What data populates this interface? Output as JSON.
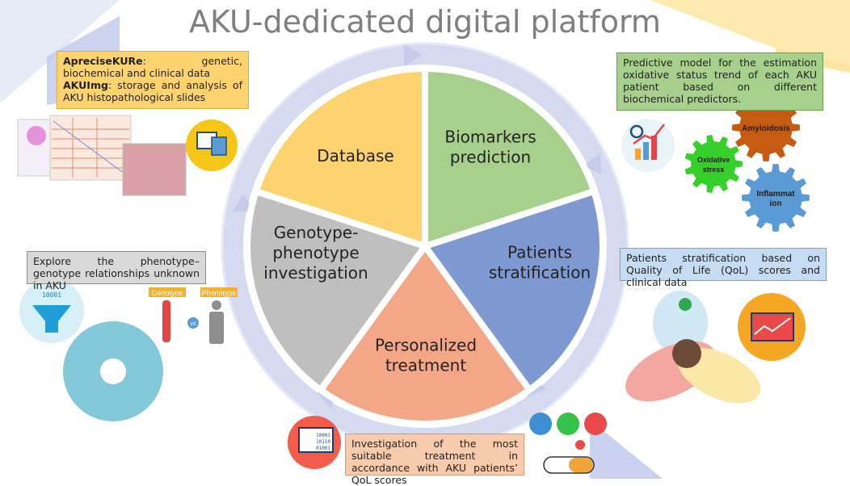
{
  "title": "AKU-dedicated digital platform",
  "segments": [
    {
      "id": "database",
      "lines": [
        "Database"
      ],
      "color": "#fcd36f"
    },
    {
      "id": "biomarkers",
      "lines": [
        "Biomarkers",
        "prediction"
      ],
      "color": "#a8d08d"
    },
    {
      "id": "stratification",
      "lines": [
        "Patients",
        "stratification"
      ],
      "color": "#7f9ad2"
    },
    {
      "id": "treatment",
      "lines": [
        "Personalized",
        "treatment"
      ],
      "color": "#f4a787"
    },
    {
      "id": "genotype",
      "lines": [
        "Genotype-",
        "phenotype",
        "investigation"
      ],
      "color": "#bfbfbf"
    }
  ],
  "boxes": {
    "database": {
      "line1_bold": "ApreciseKURe",
      "line1_rest": ": genetic, biochemical and clinical data",
      "line2_bold": "AKUImg",
      "line2_rest": ": storage and analysis of AKU histopathological slides"
    },
    "biomarkers": {
      "text": "Predictive model for the estimation oxidative status trend of each AKU patient based on different biochemical predictors."
    },
    "genotype": {
      "text": "Explore the phenotype–genotype relationships unknown in AKU"
    },
    "stratification": {
      "text": "Patients stratification based on Quality of Life (QoL) scores and clinical data"
    },
    "treatment": {
      "text": "Investigation of the most suitable treatment in accordance with AKU patients’ QoL scores"
    }
  },
  "gears": {
    "amyloidosis": "Amyloidosis",
    "oxidative_1": "Oxidative",
    "oxidative_2": "stress",
    "inflammation_1": "Inflammat",
    "inflammation_2": "ion"
  },
  "figure_labels": {
    "genotype": "Genotype",
    "phenotype": "Phenotype",
    "vs": "vs",
    "binary_1": "10001",
    "binary_2": "10110",
    "binary_3": "01001"
  },
  "colors": {
    "title": "#7f7f7f",
    "ring": "#cdd3ee",
    "ring_dark": "#aeb8e2",
    "database": "#fcd36f",
    "biomarkers": "#a8d08d",
    "stratification": "#7f9ad2",
    "treatment": "#f4a787",
    "genotype": "#bfbfbf",
    "gear_brown": "#c55a11",
    "gear_green": "#35d12a",
    "gear_blue": "#5b9bd5",
    "icon_yellow": "#f5c518",
    "icon_orange": "#f2a33a"
  }
}
